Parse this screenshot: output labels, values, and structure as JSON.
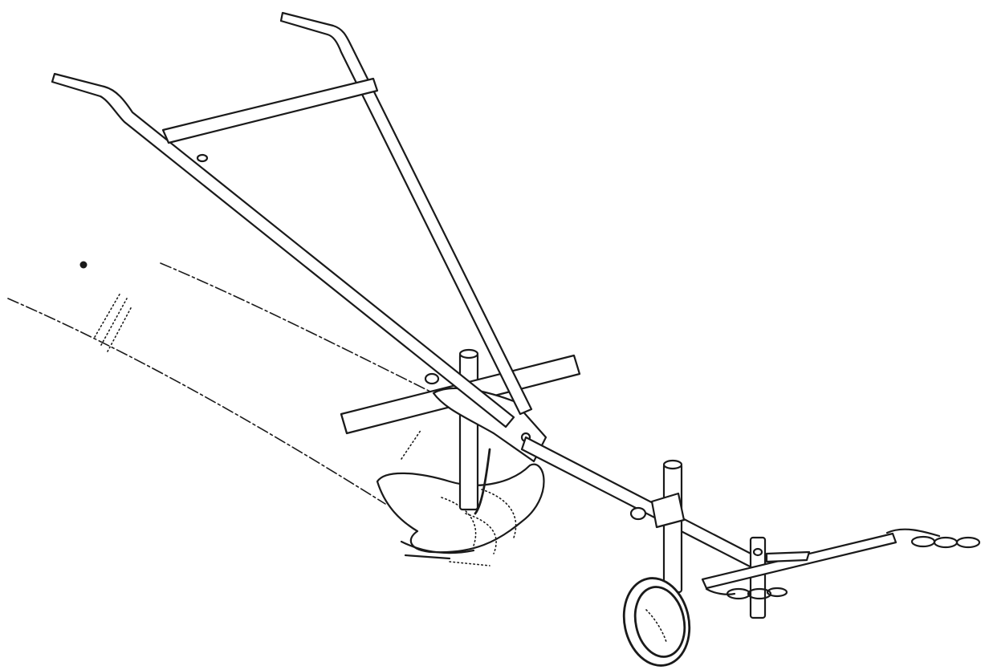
{
  "figure": {
    "subject": "",
    "colors": {
      "ink": "#1a1a1a",
      "paper": "#ffffff"
    },
    "parts": [
      "handles",
      "handle-crossbar",
      "beam",
      "crossbar",
      "plough-standard",
      "plough-share",
      "front-standard",
      "gauge-wheel",
      "hitch-bar",
      "pull-chain",
      "furrow"
    ]
  }
}
